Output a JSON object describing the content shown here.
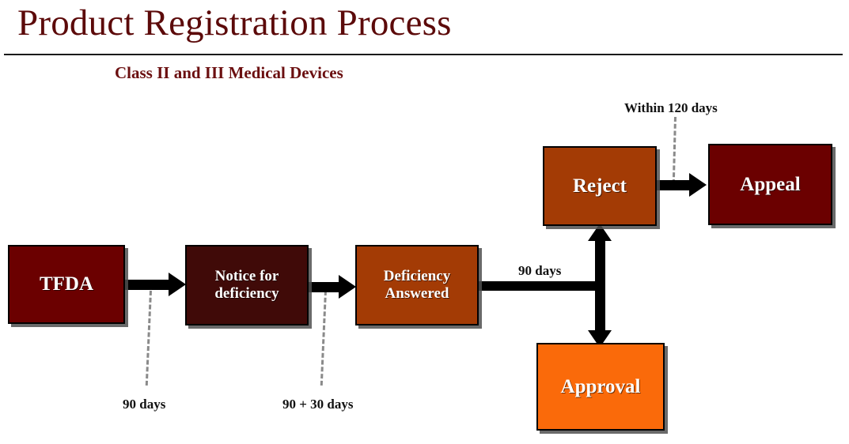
{
  "header": {
    "title": "Product Registration Process",
    "subtitle": "Class II and III Medical Devices"
  },
  "diagram": {
    "type": "flowchart",
    "nodes": [
      {
        "id": "tfda",
        "label": "TFDA",
        "color": "#6b0000"
      },
      {
        "id": "notice",
        "label": "Notice for deficiency",
        "color": "#400a08"
      },
      {
        "id": "defans",
        "label": "Deficiency Answered",
        "color": "#a33b05"
      },
      {
        "id": "reject",
        "label": "Reject",
        "color": "#a33b05"
      },
      {
        "id": "appeal",
        "label": "Appeal",
        "color": "#6b0000"
      },
      {
        "id": "approval",
        "label": "Approval",
        "color": "#fa6a0a"
      }
    ],
    "edge_labels": {
      "tfda_to_notice": "90 days",
      "notice_to_defans": "90 + 30 days",
      "defans_to_decision": "90 days",
      "reject_to_appeal": "Within  120 days"
    }
  }
}
